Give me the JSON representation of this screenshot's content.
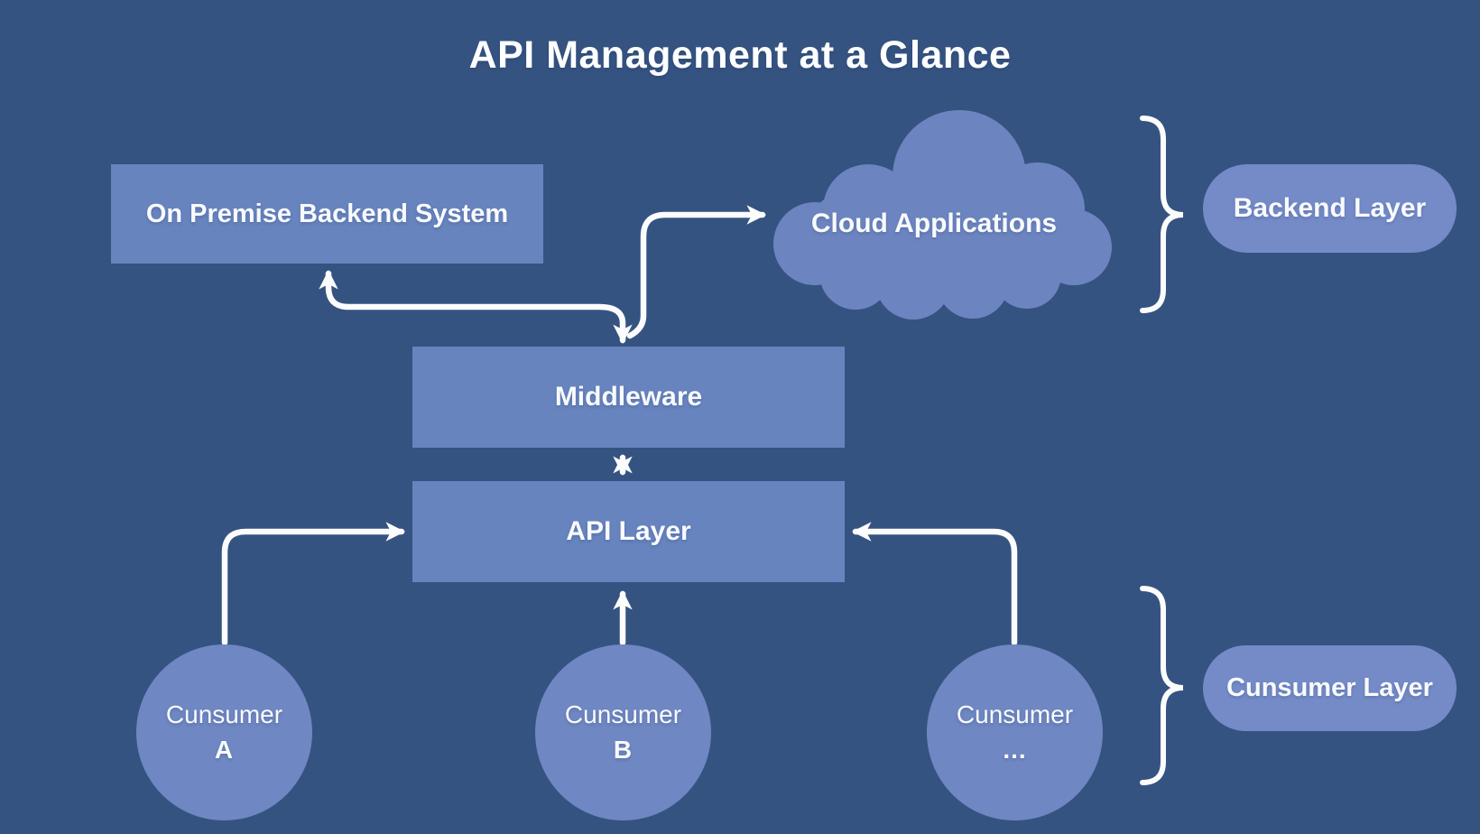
{
  "title": "API Management at a Glance",
  "colors": {
    "background": "#355381",
    "box_fill": "#6784BF",
    "circle_fill": "#6F87C2",
    "cloud_fill": "#6C85C0",
    "pill_fill": "#748BC8",
    "text": "#F8FAFD",
    "line": "#FCFCFC"
  },
  "nodes": {
    "on_premise": {
      "label": "On Premise Backend System"
    },
    "cloud": {
      "label": "Cloud Applications"
    },
    "middleware": {
      "label": "Middleware"
    },
    "api_layer": {
      "label": "API Layer"
    },
    "consumers": [
      {
        "label": "Cunsumer",
        "sub": "A"
      },
      {
        "label": "Cunsumer",
        "sub": "B"
      },
      {
        "label": "Cunsumer",
        "sub": "..."
      }
    ]
  },
  "layer_labels": {
    "backend": "Backend Layer",
    "consumer": "Cunsumer Layer"
  }
}
